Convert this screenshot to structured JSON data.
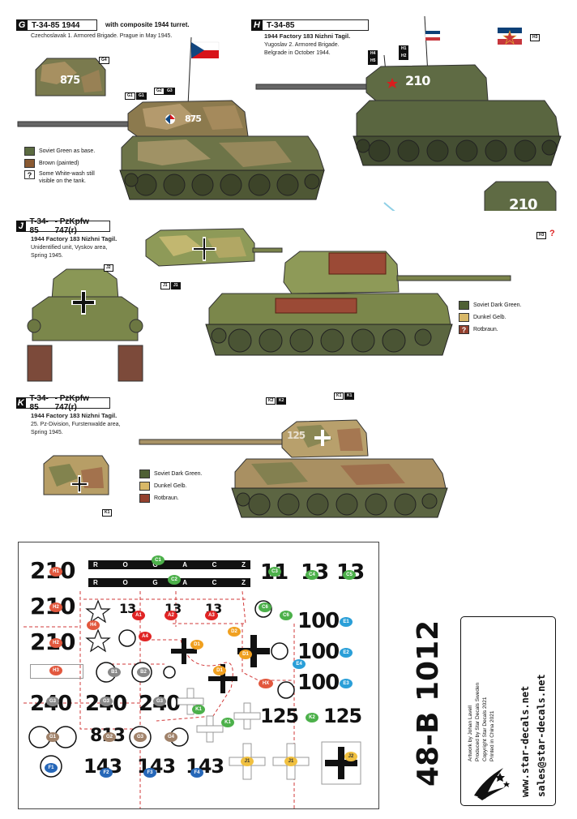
{
  "colors": {
    "soviet_green": "#5b6b41",
    "brown": "#8a5a32",
    "dunkel_gelb": "#d8b868",
    "rotbraun": "#93402e",
    "sky_line": "#8fd0e6"
  },
  "variants": {
    "g": {
      "letter": "G",
      "title": "T-34-85 1944",
      "note": "with composite 1944 turret.",
      "desc": "Czechoslavak 1. Armored Brigade. Prague in May 1945.",
      "number": "875",
      "chips": {
        "g4": "G4",
        "g1": "G1",
        "g1b": "G1",
        "g2": "G2",
        "g3": "G3"
      },
      "legend": [
        {
          "label": "Soviet Green as base."
        },
        {
          "label": "Brown (painted)"
        },
        {
          "icon": "?",
          "label": "Some White-wash still visible on the tank."
        }
      ]
    },
    "h": {
      "letter": "H",
      "title": "T-34-85",
      "desc1": "1944 Factory 183 Nizhni Tagil.",
      "desc2": "Yugoslav 2. Armored Brigade.",
      "desc3": "Belgrade in October 1944.",
      "number": "210",
      "chips": {
        "h1": "H1",
        "h2": "H2",
        "h3": "H3",
        "h3b": "H3",
        "h4": "H4",
        "h5": "H5"
      },
      "q": "?"
    },
    "j": {
      "letter": "J",
      "title": "T-34-85",
      "title2": "- PzKpfw 747(r)",
      "desc1": "1944 Factory 183 Nizhni Tagil.",
      "desc2": "Unidentified unit, Vyskov area,",
      "desc3": "Spring 1945.",
      "chips": {
        "j1": "J1",
        "j1b": "J1",
        "j2": "J2"
      },
      "legend": [
        {
          "label": "Soviet Dark Green."
        },
        {
          "label": "Dunkel Gelb."
        },
        {
          "icon": "?",
          "label": "Rotbraun."
        }
      ]
    },
    "k": {
      "letter": "K",
      "title": "T-34-85",
      "title2": "- PzKpfw 747(r)",
      "desc1": "1944 Factory 183 Nizhni Tagil.",
      "desc2": "25. Pz-Division, Furstenwalde area,",
      "desc3": "Spring 1945.",
      "number": "125",
      "chips": {
        "k1": "K1",
        "k1b": "K1",
        "k2": "K2",
        "k2b": "K2",
        "k1c": "K1"
      },
      "legend": [
        {
          "label": "Soviet Dark Green."
        },
        {
          "label": "Dunkel Gelb."
        },
        {
          "label": "Rotbraun."
        }
      ]
    }
  },
  "decal_sheet": {
    "rogacz_word": [
      "R",
      "O",
      "G",
      "A",
      "C",
      "Z"
    ],
    "labels": {
      "h1": "H1",
      "h2": "H2",
      "h2b": "H2",
      "h3": "H3",
      "h4": "H4",
      "c1": "C1",
      "c2": "C2",
      "c3": "C3",
      "c4": "C4",
      "c5": "C5",
      "c6": "C6",
      "c6b": "C6",
      "a1": "A1",
      "a2": "A2",
      "a3": "A3",
      "a4": "A4",
      "b1": "B1",
      "b2": "B2",
      "d1": "D1",
      "d1b": "D1",
      "d1c": "D1",
      "d2": "D2",
      "hx": "HX",
      "e1": "E1",
      "e2": "E2",
      "e3": "E3",
      "e4": "E4",
      "g1": "G1",
      "g2": "G2",
      "g3": "G3",
      "g4": "G4",
      "k1": "K1",
      "k1b": "K1",
      "k2": "K2",
      "j1": "J1",
      "j1b": "J1",
      "j2": "J2",
      "f1": "F1",
      "f2": "F2",
      "f3": "F3",
      "f4": "F4",
      "g3a": "G3",
      "g3b": "G3",
      "g3c": "G3"
    },
    "numbers": {
      "n210a": "210",
      "n210b": "210",
      "n210c": "210",
      "n100a": "100",
      "n100b": "100",
      "n100c": "100",
      "n125a": "125",
      "n125b": "125",
      "n240a": "240",
      "n240b": "240",
      "n240c": "240",
      "n813": "813",
      "n143a": "143",
      "n143b": "143",
      "n143c": "143",
      "n11": "11",
      "n13a": "13",
      "n13b": "13"
    }
  },
  "product_code": "48-B 1012",
  "credits": [
    "Artwork by Johan Lavell",
    "Produced by Star Decals Sweden",
    "Copyright Star Decals 2021",
    "Printed in China 2021"
  ],
  "website": "www.star-decals.net",
  "email": "sales@star-decals.net"
}
